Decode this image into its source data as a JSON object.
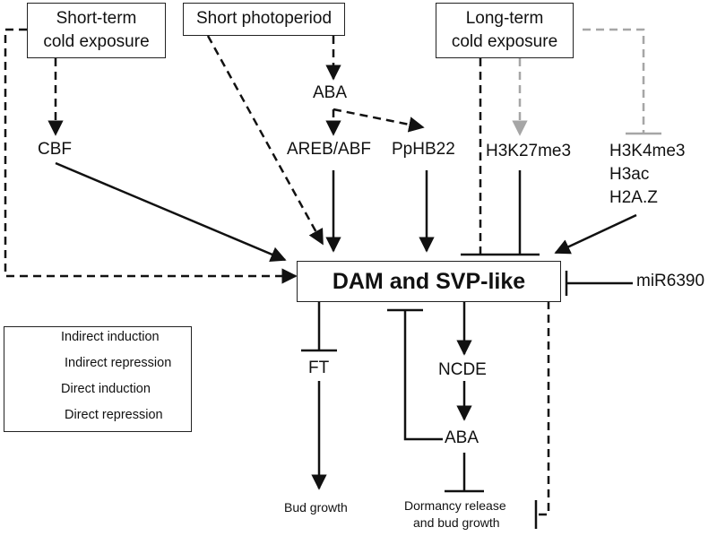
{
  "boxes": {
    "short_term_cold": [
      "Short-term",
      "cold exposure"
    ],
    "short_photoperiod": "Short photoperiod",
    "long_term_cold": [
      "Long-term",
      "cold exposure"
    ],
    "center": "DAM and SVP-like"
  },
  "nodes": {
    "aba_top": "ABA",
    "cbf": "CBF",
    "areb_abf": "AREB/ABF",
    "pphb22": "PpHB22",
    "h3k27me3": "H3K27me3",
    "h3k4me3": "H3K4me3",
    "h3ac": "H3ac",
    "h2az": "H2A.Z",
    "mir6390": "miR6390",
    "ft": "FT",
    "ncde": "NCDE",
    "aba_bottom": "ABA",
    "bud_growth": "Bud growth",
    "dormancy_release": [
      "Dormancy release",
      "and bud growth"
    ]
  },
  "legend": {
    "indirect_induction": "Indirect induction",
    "indirect_repression": "Indirect repression",
    "direct_induction": "Direct induction",
    "direct_repression": "Direct repression"
  },
  "colors": {
    "line": "#111111",
    "epigenetic_line": "#a6a6a6"
  }
}
